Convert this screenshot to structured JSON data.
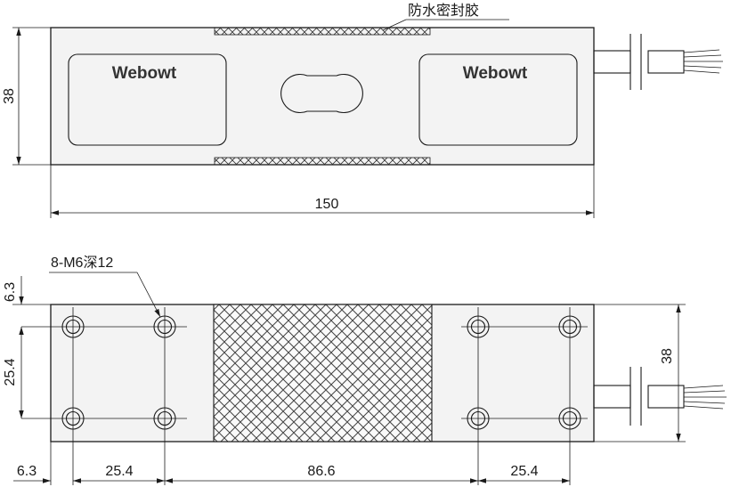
{
  "drawing": {
    "labels": {
      "seal": "防水密封胶",
      "thread": "8-M6深12",
      "logo_left": "Webowt",
      "logo_right": "Webowt"
    },
    "top_view": {
      "height": "38",
      "length": "150"
    },
    "bottom_view": {
      "edge_top": "6.3",
      "pitch_vertical": "25.4",
      "height": "38",
      "edge_left": "6.3",
      "pitch_left": "25.4",
      "span_center": "86.6",
      "pitch_right": "25.4"
    }
  }
}
